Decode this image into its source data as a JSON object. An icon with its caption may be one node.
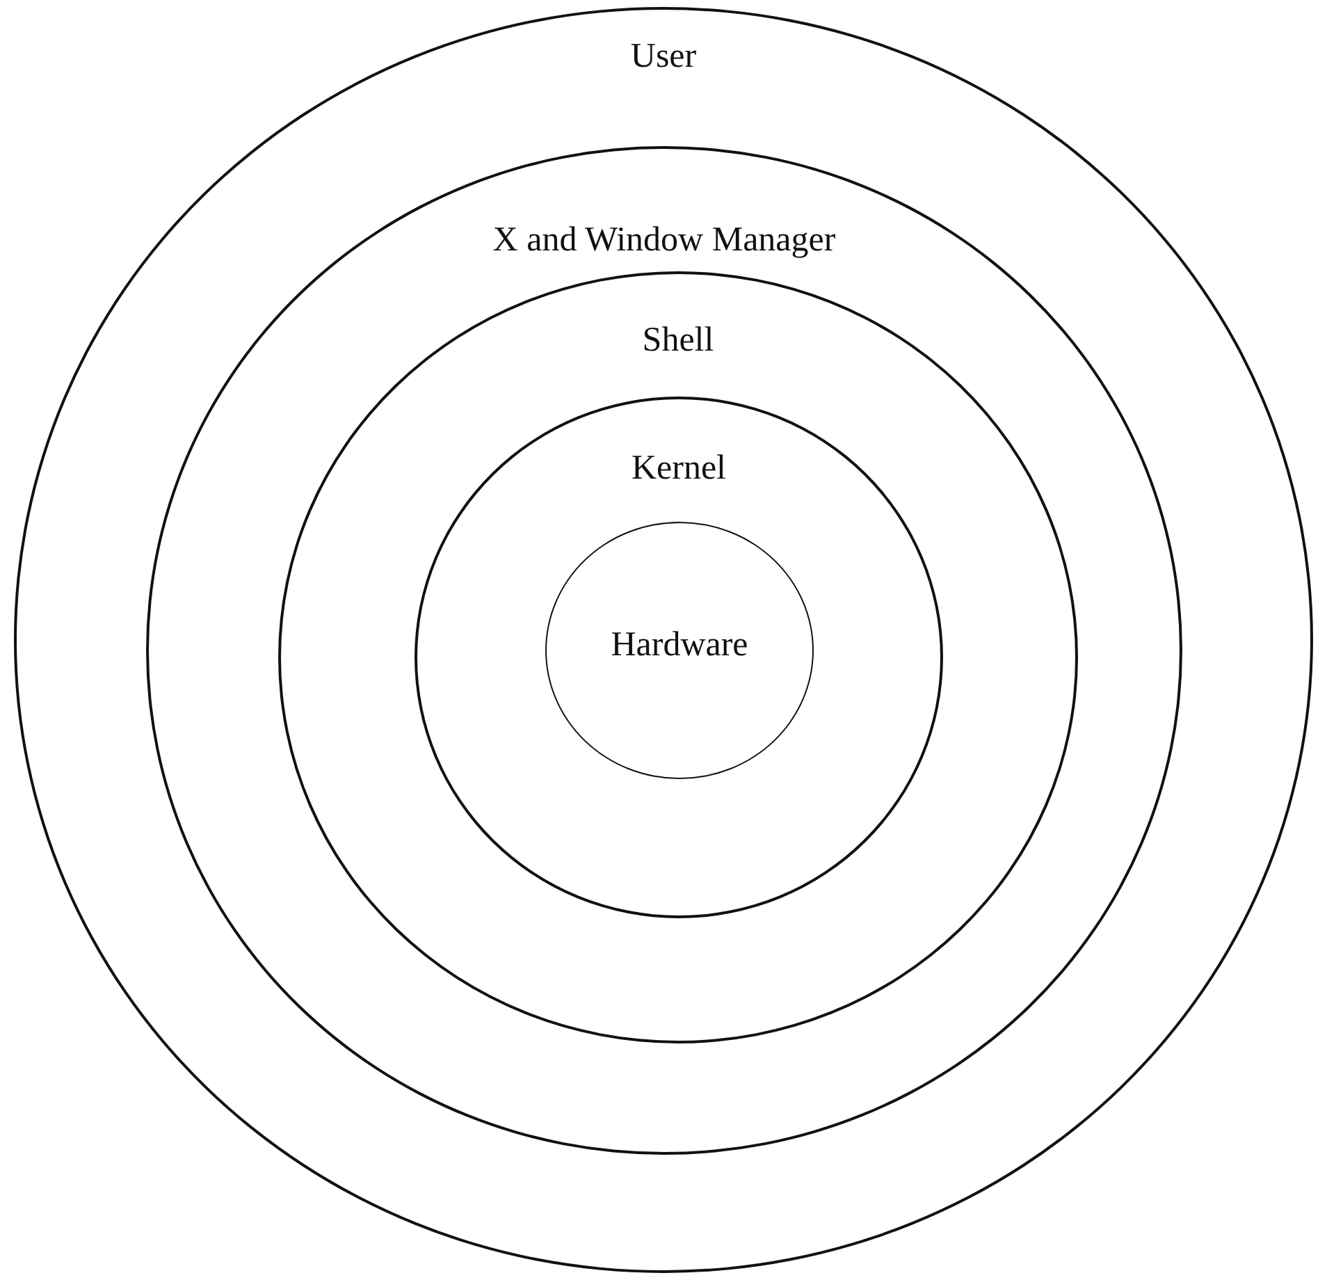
{
  "diagram": {
    "nodes": [
      {
        "text": [
          "User"
        ]
      },
      {
        "text": [
          "X and Window Manager"
        ],
        "in": 0
      },
      {
        "text": [
          "Shell"
        ],
        "in": 1
      },
      {
        "text": [
          "Kernel"
        ],
        "in": 2
      },
      {
        "text": [
          "Hardware"
        ],
        "in": 3
      }
    ]
  }
}
